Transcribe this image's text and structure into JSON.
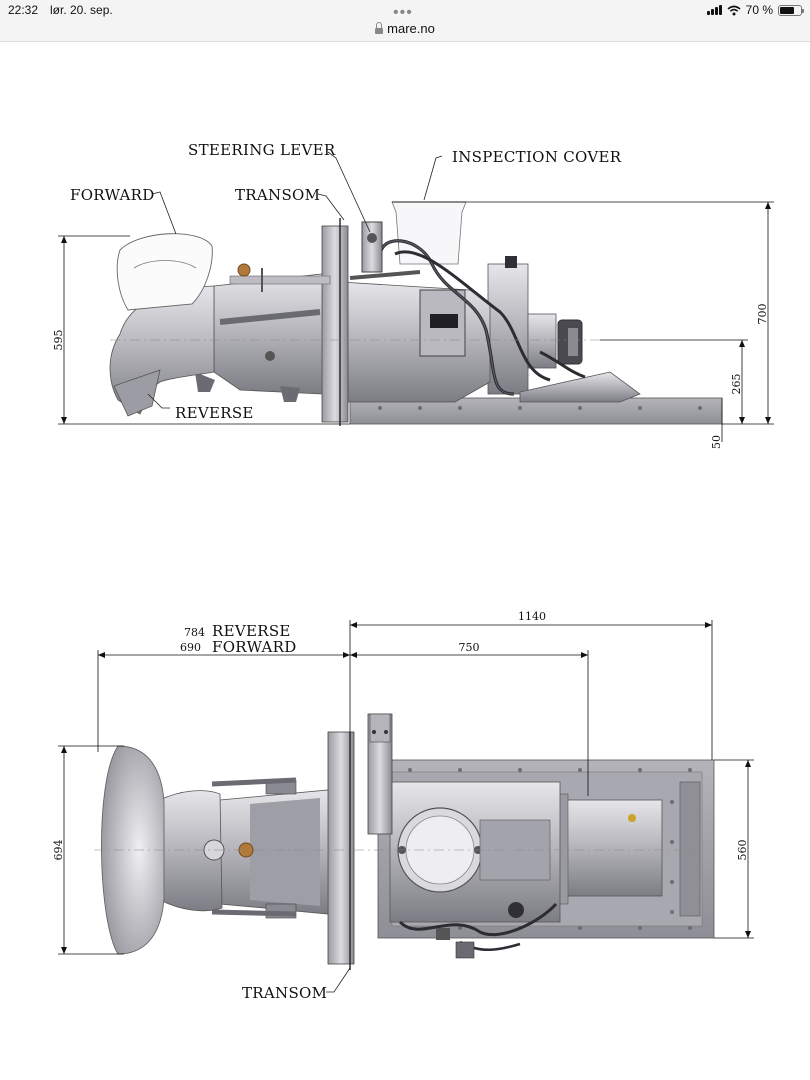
{
  "status_bar": {
    "time": "22:32",
    "date": "lør. 20. sep.",
    "battery": "70 %",
    "battery_level": 0.7
  },
  "browser": {
    "url": "mare.no",
    "more_icon": "more-dots-icon"
  },
  "side_view": {
    "labels": {
      "steering_lever": "STEERING LEVER",
      "inspection_cover": "INSPECTION COVER",
      "forward": "FORWARD",
      "transom": "TRANSOM",
      "reverse": "REVERSE"
    },
    "dimensions": {
      "height_left": "595",
      "height_right": "700",
      "shaft_height": "265",
      "base": "50"
    }
  },
  "top_view": {
    "labels": {
      "reverse": "REVERSE",
      "forward": "FORWARD",
      "transom": "TRANSOM"
    },
    "dimensions": {
      "reverse_length": "784",
      "forward_length": "690",
      "overall_length": "1140",
      "inboard_length": "750",
      "width_nozzle": "694",
      "width_base": "560"
    }
  }
}
